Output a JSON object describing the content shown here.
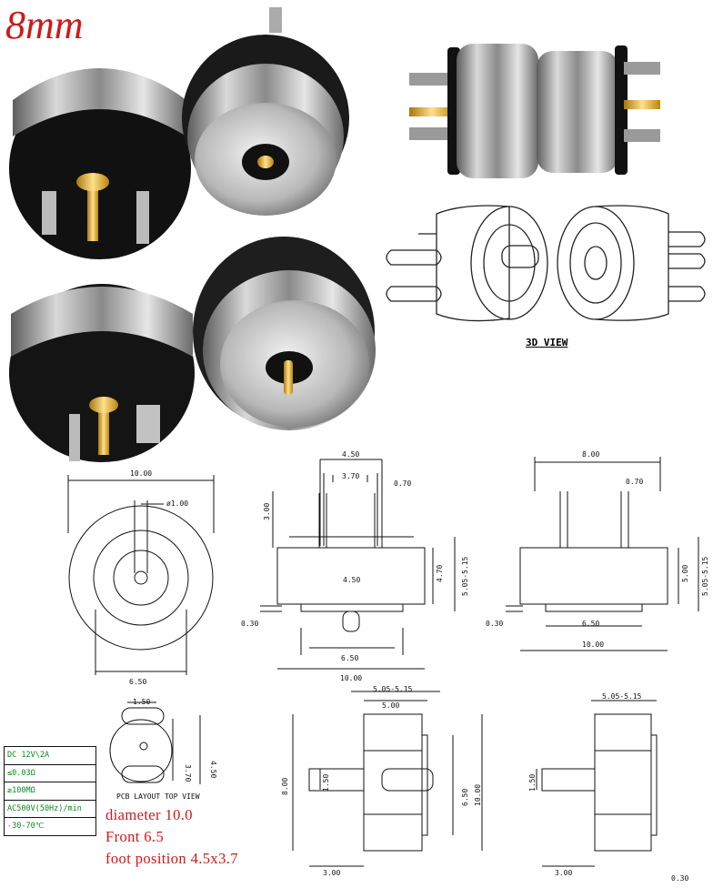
{
  "title": "8mm",
  "view_label": "3D VIEW",
  "pcb_label": "PCB LAYOUT TOP VIEW",
  "specs": [
    "DC 12V\\2A",
    "≤0.03Ω",
    "≥100MΩ",
    "AC500V(50Hz)/min",
    "-30-70℃"
  ],
  "notes": [
    "diameter 10.0",
    "Front 6.5",
    "foot position 4.5x3.7"
  ],
  "dims": {
    "d10": "10.00",
    "d1": "ø1.00",
    "d65": "6.50",
    "d450": "4.50",
    "d370": "3.70",
    "d070": "0.70",
    "d300": "3.00",
    "d470": "4.70",
    "d505": "5.05-5.15",
    "d030": "0.30",
    "d800": "8.00",
    "d500": "5.00",
    "d150": "1.50"
  }
}
